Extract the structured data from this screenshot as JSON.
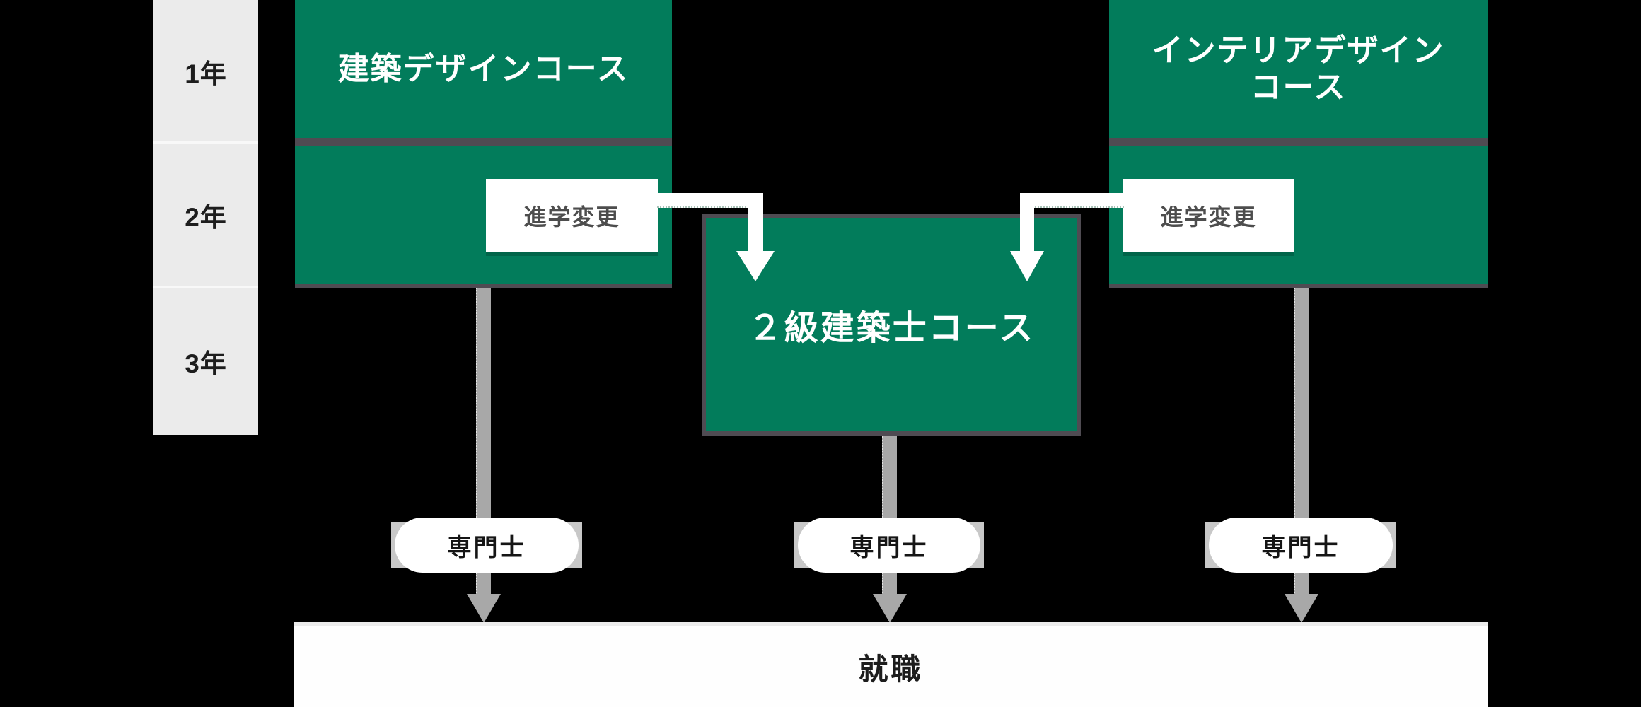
{
  "timeline": {
    "years": [
      "1年",
      "2年",
      "3年"
    ]
  },
  "courses": {
    "architecture": {
      "title": "建築デザインコース"
    },
    "interior": {
      "title": "インテリアデザイン\nコース"
    },
    "second_class_architect": {
      "title": "２級建築士コース"
    }
  },
  "labels": {
    "transfer": "進学変更",
    "diploma": [
      "専門士",
      "専門士",
      "専門士"
    ],
    "employment": "就職"
  },
  "colors": {
    "course_green": "#027c5b",
    "divider_dark": "#4f4b52",
    "year_column_bg": "#ebebeb",
    "connector_gray": "#a8a8a8",
    "pill_backing_gray": "#c8c8c8",
    "transfer_text": "#4d4d4d",
    "text_dark": "#1d1d1d",
    "background": "#000000"
  }
}
